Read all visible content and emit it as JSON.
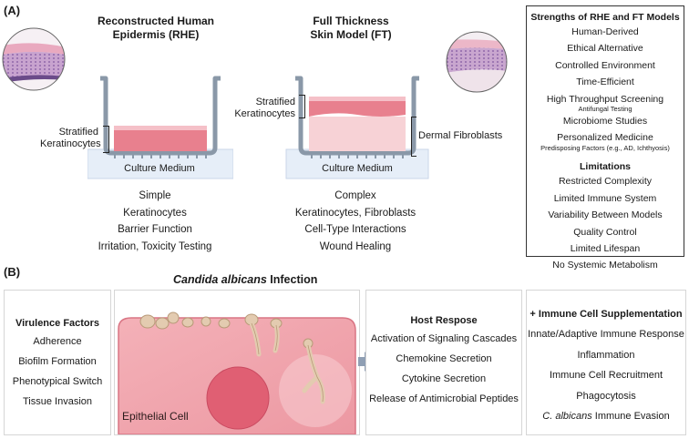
{
  "panelA": {
    "letter": "(A)",
    "rhe": {
      "title_line1": "Reconstructed Human",
      "title_line2": "Epidermis (RHE)",
      "layer_label_line1": "Stratified",
      "layer_label_line2": "Keratinocytes",
      "medium": "Culture Medium",
      "features": [
        "Simple",
        "Keratinocytes",
        "Barrier Function",
        "Irritation, Toxicity Testing"
      ]
    },
    "ft": {
      "title_line1": "Full Thickness",
      "title_line2": "Skin Model (FT)",
      "layer_label_line1": "Stratified",
      "layer_label_line2": "Keratinocytes",
      "dermal_label": "Dermal Fibroblasts",
      "medium": "Culture Medium",
      "features": [
        "Complex",
        "Keratinocytes, Fibroblasts",
        "Cell-Type Interactions",
        "Wound Healing"
      ]
    },
    "summary": {
      "strengths_title": "Strengths of RHE and FT Models",
      "strengths": [
        {
          "text": "Human-Derived"
        },
        {
          "text": "Ethical Alternative"
        },
        {
          "text": "Controlled Environment"
        },
        {
          "text": "Time-Efficient"
        },
        {
          "text": "High Throughput Screening",
          "sub": "Antifungal Testing"
        },
        {
          "text": "Microbiome Studies"
        },
        {
          "text": "Personalized Medicine",
          "sub": "Predisposing Factors (e.g., AD, Ichthyosis)"
        }
      ],
      "limitations_title": "Limitations",
      "limitations": [
        "Restricted Complexity",
        "Limited Immune System",
        "Variability Between Models",
        "Quality Control",
        "Limited Lifespan",
        "No Systemic Metabolism"
      ]
    }
  },
  "panelB": {
    "letter": "(B)",
    "infection_title_italic": "Candida albicans",
    "infection_title_rest": " Infection",
    "epithelial_label": "Epithelial Cell",
    "virulence": {
      "title": "Virulence Factors",
      "items": [
        "Adherence",
        "Biofilm Formation",
        "Phenotypical Switch",
        "Tissue Invasion"
      ]
    },
    "host": {
      "title": "Host Respose",
      "items": [
        "Activation of Signaling Cascades",
        "Chemokine Secretion",
        "Cytokine Secretion",
        "Release of Antimicrobial Peptides"
      ]
    },
    "immune": {
      "title": "+ Immune Cell Supplementation",
      "items": [
        "Innate/Adaptive Immune Response",
        "Inflammation",
        "Immune Cell Recruitment",
        "Phagocytosis"
      ],
      "last_italic": "C. albicans",
      "last_rest": " Immune Evasion"
    }
  },
  "colors": {
    "epidermis": "#e8808e",
    "dermis": "#f7d2d6",
    "medium": "#e6eef8",
    "cell": "#f0a3ac",
    "nucleus": "#e05f73",
    "hyphae": "#e3cbb0",
    "arrow": "#8f9fb4"
  }
}
